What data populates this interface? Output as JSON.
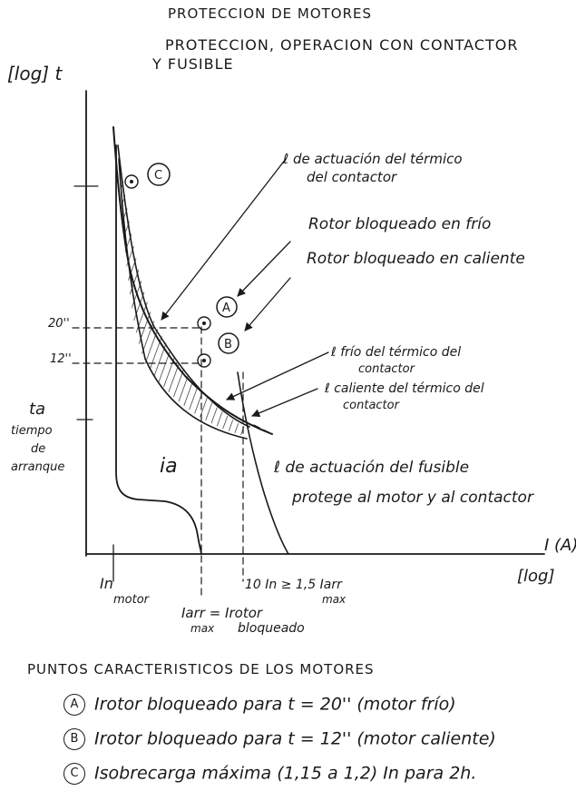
{
  "header": {
    "title": "PROTECCION DE MOTORES",
    "subtitle_line1": "PROTECCION, OPERACION CON CONTACTOR",
    "subtitle_line2": "Y FUSIBLE"
  },
  "axes": {
    "y_label": "[log] t",
    "x_label_unit": "I (A)",
    "x_label_log": "[log]"
  },
  "y_ticks": {
    "t20": "20''",
    "t12": "12''",
    "ta": "ta",
    "ta_desc_1": "tiempo",
    "ta_desc_2": "de",
    "ta_desc_3": "arranque"
  },
  "x_ticks": {
    "in_1": "In",
    "in_2": "motor",
    "irb_1": "Iarr = Irotor",
    "irb_2": "max",
    "irb_3": "bloqueado",
    "ten_1": "10 In ≥ 1,5 Iarr",
    "ten_2": "max"
  },
  "curve_labels": {
    "ia": "ia"
  },
  "annotations": {
    "thermal_1": "ℓ de actuación del térmico",
    "thermal_2": "del contactor",
    "locked_cold": "Rotor bloqueado en frío",
    "locked_hot": "Rotor bloqueado en caliente",
    "cold_1": "ℓ frío del térmico del",
    "cold_2": "contactor",
    "hot_1": "ℓ caliente del térmico del",
    "hot_2": "contactor",
    "fuse_1": "ℓ de actuación del fusible",
    "fuse_2": "protege al motor y al contactor"
  },
  "markers": {
    "a": "A",
    "b": "B",
    "c": "C"
  },
  "legend": {
    "title": "PUNTOS CARACTERISTICOS DE LOS MOTORES",
    "items": [
      {
        "marker": "A",
        "text": "Irotor bloqueado para t = 20'' (motor frío)"
      },
      {
        "marker": "B",
        "text": "Irotor bloqueado para t = 12'' (motor caliente)"
      },
      {
        "marker": "C",
        "text": "Isobrecarga máxima (1,15 a 1,2) In para 2h."
      }
    ]
  }
}
